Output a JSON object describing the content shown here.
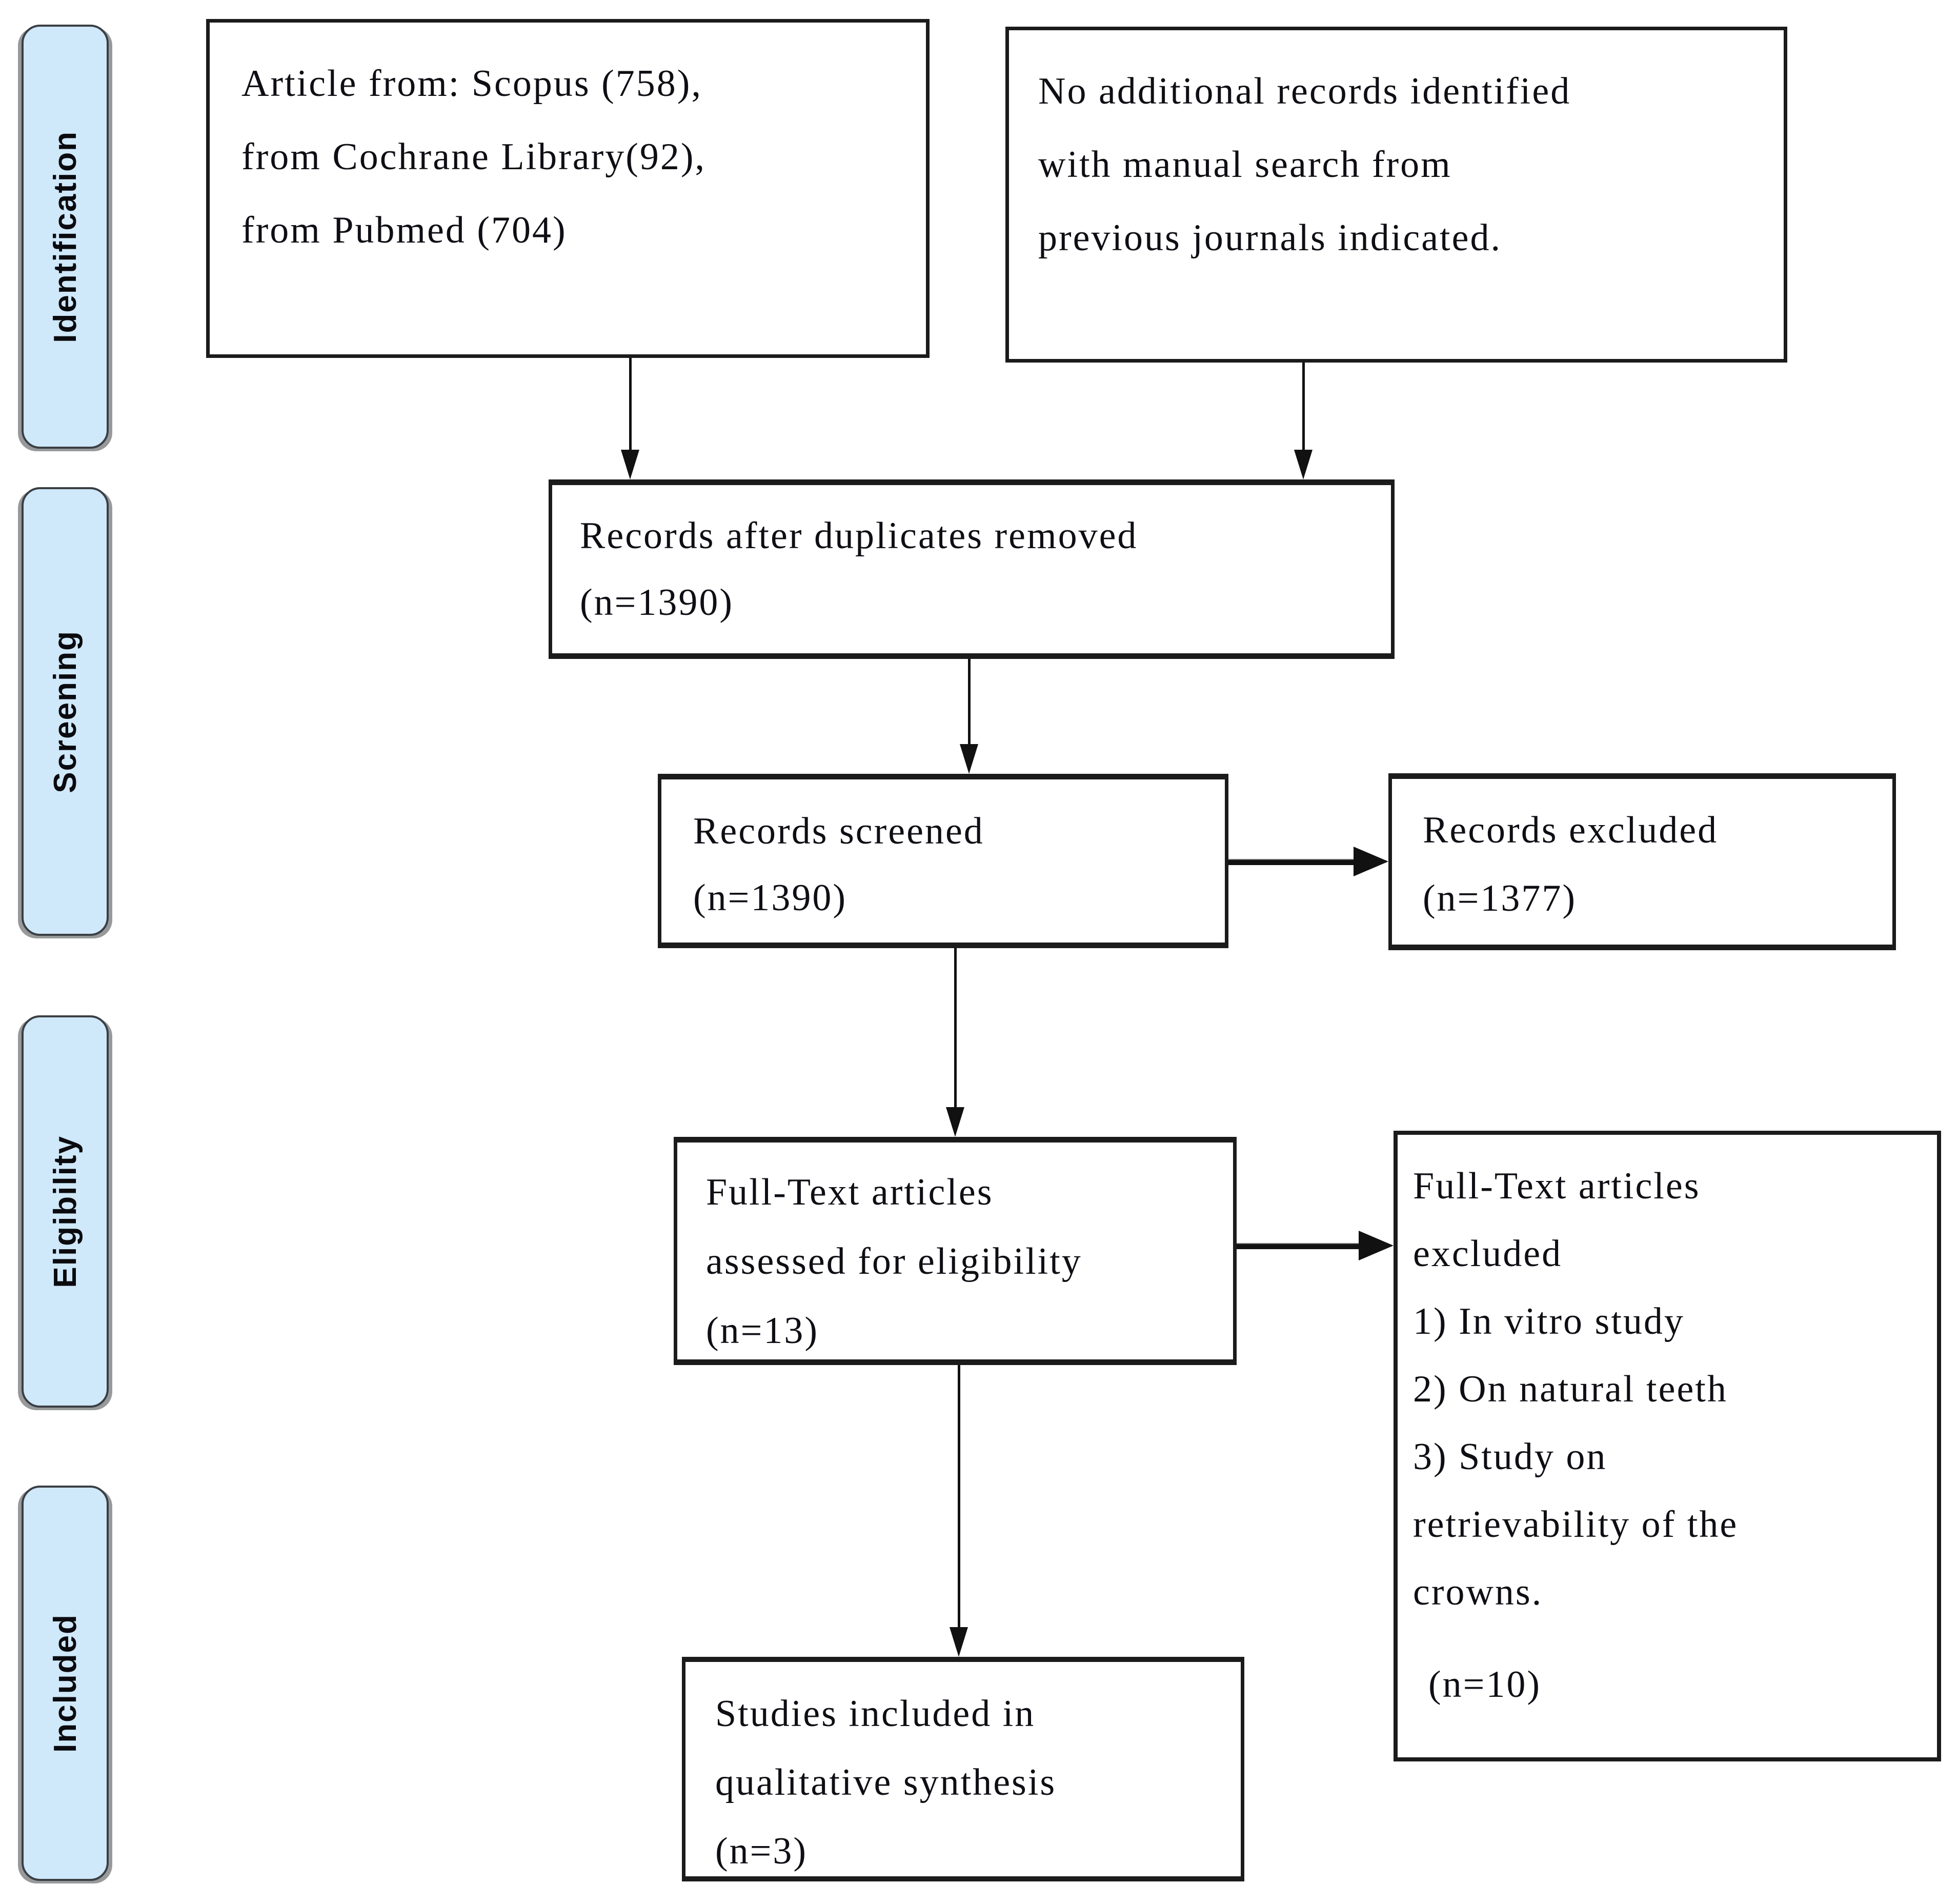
{
  "diagram": {
    "type": "flowchart",
    "description": "PRISMA-style study selection flow diagram",
    "stages": [
      {
        "id": "identification",
        "label": "Identification"
      },
      {
        "id": "screening",
        "label": "Screening"
      },
      {
        "id": "eligibility",
        "label": "Eligibility"
      },
      {
        "id": "included",
        "label": "Included"
      }
    ],
    "boxes": {
      "sources": {
        "lines": [
          "Article from: Scopus (758),",
          "from Cochrane Library(92),",
          "from Pubmed (704)"
        ]
      },
      "manual_search": {
        "lines": [
          "No additional records identified",
          "with manual search from",
          "previous journals indicated."
        ]
      },
      "after_duplicates": {
        "lines": [
          "Records after duplicates removed",
          "(n=1390)"
        ]
      },
      "screened": {
        "lines": [
          "Records screened",
          "(n=1390)"
        ]
      },
      "records_excluded": {
        "lines": [
          "Records excluded",
          "(n=1377)"
        ]
      },
      "fulltext_assessed": {
        "lines": [
          "Full-Text articles",
          "assessed for eligibility",
          "(n=13)"
        ]
      },
      "fulltext_excluded": {
        "lines": [
          "Full-Text articles",
          "excluded",
          "1) In vitro study",
          "2) On natural teeth",
          "3) Study on",
          "retrievability of the",
          "crowns.",
          "(n=10)"
        ]
      },
      "included_studies": {
        "lines": [
          "Studies included in",
          "qualitative synthesis",
          "(n=3)"
        ]
      }
    },
    "counts": {
      "scopus": 758,
      "cochrane_library": 92,
      "pubmed": 704,
      "after_duplicates": 1390,
      "screened": 1390,
      "records_excluded": 1377,
      "fulltext_assessed": 13,
      "fulltext_excluded": 10,
      "included_qualitative_synthesis": 3
    },
    "colors": {
      "stage_fill": "#cfe8fa",
      "stage_border": "#3a3f44",
      "box_border": "#1b1b1b",
      "arrow": "#111111",
      "text": "#0e0e14"
    }
  }
}
